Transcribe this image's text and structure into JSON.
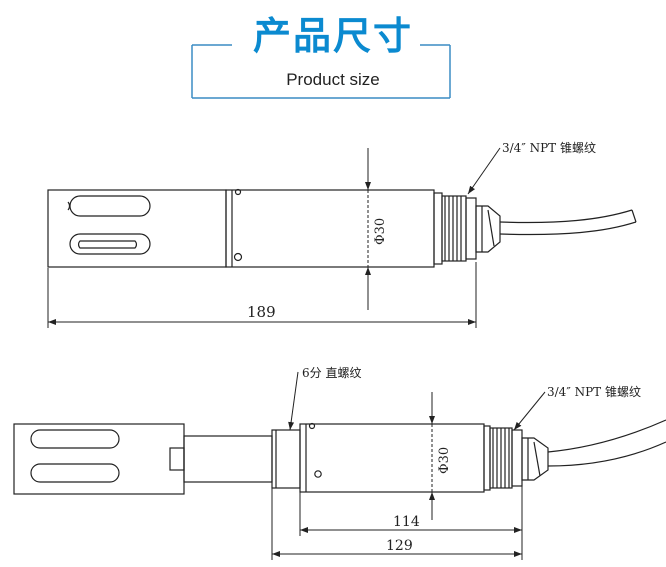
{
  "header": {
    "title_cn": "产品尺寸",
    "title_en": "Product size",
    "accent_color": "#0b8ad0"
  },
  "top_view": {
    "thread_label": "3/4″ NPT 锥螺纹",
    "diameter_label": "Φ30",
    "length_label": "189"
  },
  "bottom_view": {
    "thread_small_label": "6分 直螺纹",
    "thread_label": "3/4″ NPT 锥螺纹",
    "diameter_label": "Φ30",
    "length_label_1": "114",
    "length_label_2": "129"
  }
}
